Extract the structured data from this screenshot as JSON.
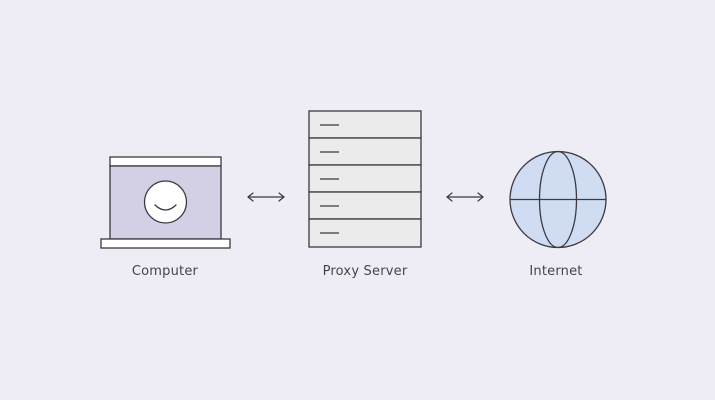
{
  "diagram": {
    "nodes": [
      {
        "id": "computer",
        "label": "Computer",
        "icon": "laptop-smiley-icon"
      },
      {
        "id": "proxy",
        "label": "Proxy Server",
        "icon": "server-rack-icon"
      },
      {
        "id": "internet",
        "label": "Internet",
        "icon": "globe-icon"
      }
    ],
    "edges": [
      {
        "from": "computer",
        "to": "proxy",
        "direction": "bidirectional"
      },
      {
        "from": "proxy",
        "to": "internet",
        "direction": "bidirectional"
      }
    ],
    "colors": {
      "background": "#eeecf4",
      "stroke": "#3a3a40",
      "screen_fill": "#d3cfe4",
      "server_fill": "#ebebeb",
      "globe_fill": "#cfdcf2",
      "white": "#ffffff"
    }
  }
}
